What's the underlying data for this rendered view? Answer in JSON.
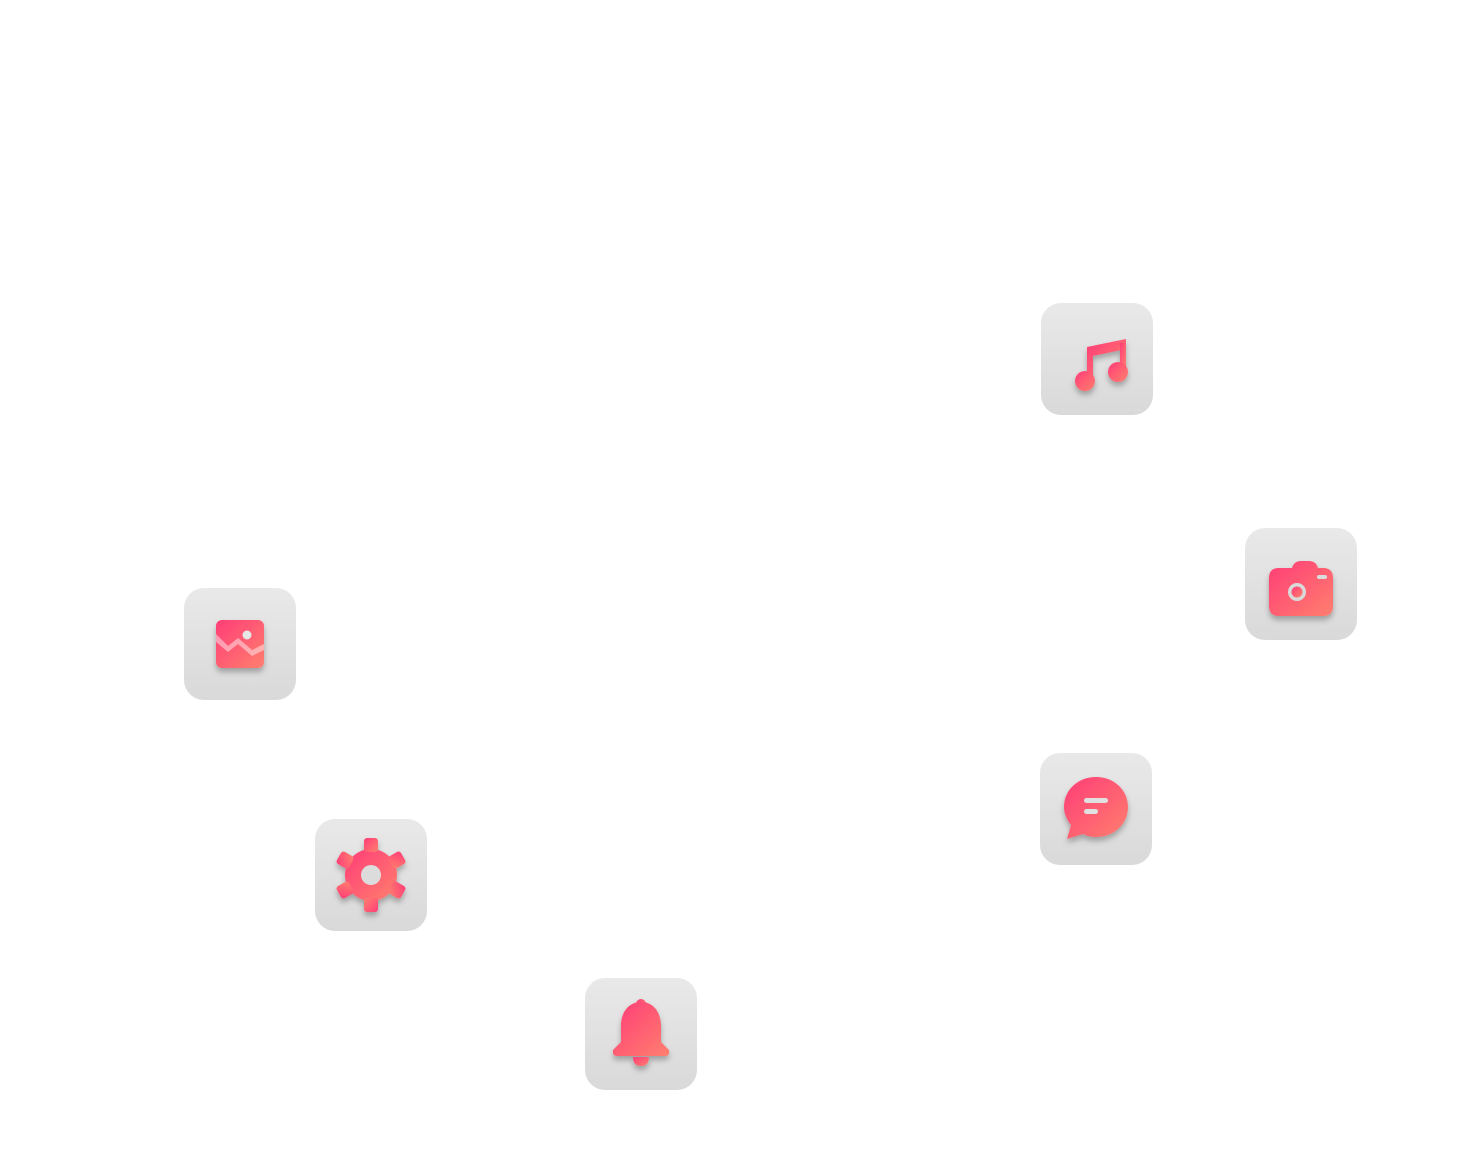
{
  "colors": {
    "accent_start": "#ff4f7b",
    "accent_end": "#ff7a6e",
    "tile_top": "#e9e9e9",
    "tile_bottom": "#d9d9d9",
    "background": "#ffffff"
  },
  "icons": [
    {
      "id": "music",
      "icon": "music-note-icon"
    },
    {
      "id": "camera",
      "icon": "camera-icon"
    },
    {
      "id": "gallery",
      "icon": "image-icon"
    },
    {
      "id": "chat",
      "icon": "chat-bubble-icon"
    },
    {
      "id": "settings",
      "icon": "gear-icon"
    },
    {
      "id": "notifications",
      "icon": "bell-icon"
    }
  ]
}
